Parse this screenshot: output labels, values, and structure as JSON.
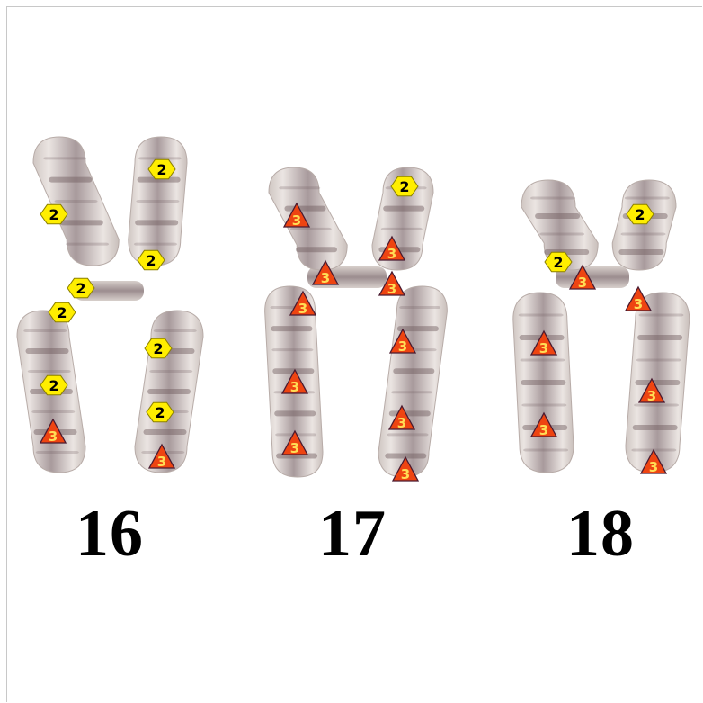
{
  "chromosomes": [
    {
      "label": "16",
      "markers": [
        {
          "type": "hexagon",
          "text": "2"
        },
        {
          "type": "hexagon",
          "text": "2"
        },
        {
          "type": "hexagon",
          "text": "2"
        },
        {
          "type": "hexagon",
          "text": "2"
        },
        {
          "type": "hexagon",
          "text": "2"
        },
        {
          "type": "hexagon",
          "text": "2"
        },
        {
          "type": "hexagon",
          "text": "2"
        },
        {
          "type": "hexagon",
          "text": "2"
        },
        {
          "type": "triangle",
          "text": "3"
        },
        {
          "type": "triangle",
          "text": "3"
        }
      ]
    },
    {
      "label": "17",
      "markers": [
        {
          "type": "hexagon",
          "text": "2"
        },
        {
          "type": "triangle",
          "text": "3"
        },
        {
          "type": "triangle",
          "text": "3"
        },
        {
          "type": "triangle",
          "text": "3"
        },
        {
          "type": "triangle",
          "text": "3"
        },
        {
          "type": "triangle",
          "text": "3"
        },
        {
          "type": "triangle",
          "text": "3"
        },
        {
          "type": "triangle",
          "text": "3"
        },
        {
          "type": "triangle",
          "text": "3"
        },
        {
          "type": "triangle",
          "text": "3"
        },
        {
          "type": "triangle",
          "text": "3"
        }
      ]
    },
    {
      "label": "18",
      "markers": [
        {
          "type": "hexagon",
          "text": "2"
        },
        {
          "type": "hexagon",
          "text": "2"
        },
        {
          "type": "triangle",
          "text": "3"
        },
        {
          "type": "triangle",
          "text": "3"
        },
        {
          "type": "triangle",
          "text": "3"
        },
        {
          "type": "triangle",
          "text": "3"
        },
        {
          "type": "triangle",
          "text": "3"
        },
        {
          "type": "triangle",
          "text": "3"
        }
      ]
    }
  ],
  "colors": {
    "hexagon_fill": "#ffee00",
    "triangle_fill": "#ee4411",
    "triangle_text": "#ffdd55",
    "chromosome_body": "#d9d0cc",
    "chromosome_band": "#6e5a5e"
  }
}
